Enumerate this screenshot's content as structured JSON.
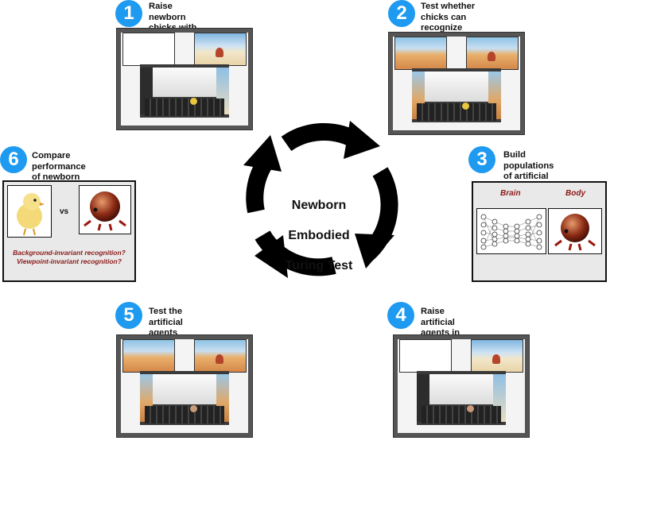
{
  "center": {
    "line1": "Newborn",
    "line2": "Embodied",
    "line3": "Turing Test"
  },
  "steps": [
    {
      "number": "1",
      "text": "Raise newborn chicks with one object\non one background (Training Phase)"
    },
    {
      "number": "2",
      "text": "Test whether chicks can recognize object\nacross novel backgrounds (Test Phase)"
    },
    {
      "number": "3",
      "text": "Build populations of artificial\nagents (brains & bodies)"
    },
    {
      "number": "4",
      "text": "Raise artificial agents in same environments\nas newborn chicks (Training Phase)"
    },
    {
      "number": "5",
      "text": "Test the artificial agents with the same\ntasks as newborn chicks (Test Phase)"
    },
    {
      "number": "6",
      "text": "Compare performance of newborn\nchicks and artificial agents"
    }
  ],
  "panel3": {
    "brain_label": "Brain",
    "body_label": "Body"
  },
  "panel6": {
    "vs_label": "vs",
    "question1": "Background-invariant recognition?",
    "question2": "Viewpoint-invariant recognition?"
  },
  "colors": {
    "badge": "#1e9af0",
    "cycle_arrows": "#000000",
    "question_text": "#8b1a1a",
    "screen_arrow": "#9ee04a"
  }
}
